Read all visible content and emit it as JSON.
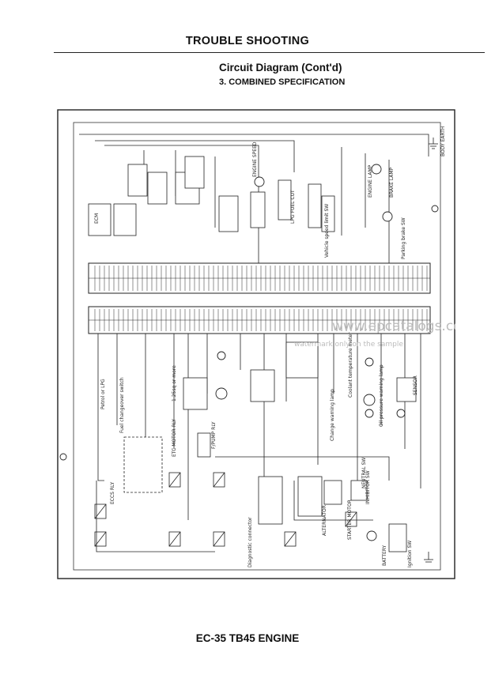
{
  "header": {
    "title": "TROUBLE SHOOTING"
  },
  "section": {
    "title": "Circuit Diagram (Cont'd)",
    "subtitle": "3. COMBINED SPECIFICATION"
  },
  "footer": {
    "text": "EC-35 TB45 ENGINE"
  },
  "watermark": {
    "text": "www.epcatalogs.com",
    "subtext": "watermark only on the sample"
  },
  "diagram": {
    "labels": {
      "body_earth": "BODY EARTH",
      "engine_lamp": "ENGINE LAMP",
      "brake_lamp": "BRAKE LAMP",
      "parking_brake_sw": "Parking brake SW",
      "vehicle_speed_limit_sw": "Vehicle speed limit SW",
      "lpg_fuel_cut": "LPG FUEL CUT",
      "engine_speed": "ENGINE SPEED",
      "fuel_changeover_switch": "Fuel changeover switch",
      "petrol_or_lpg": "Petrol or LPG",
      "change_warning_lamp": "Change warning lamp",
      "coolant_temp_meter": "Coolant temperature meter",
      "oil_pressure_lamp": "Oil pressure warning lamp",
      "eci_relay": "ECCS RLY",
      "fuel_pump_relay": "F/PUMP RLY",
      "eti_motor_relay": "ETC MOTOR RLY",
      "diagnostic_connector": "Diagnostic connector",
      "alternator": "ALTERNATOR",
      "starter_motor": "STARTER MOTOR",
      "battery": "BATTERY",
      "ignition_sw": "Ignition SW",
      "inhibitor_sw": "INHIBITOR SW",
      "neutral_sw": "NEUTRAL SW",
      "combined_ecu": "ECM",
      "sensor_group": "SENSOR",
      "distance": "1.25sq or more"
    }
  }
}
